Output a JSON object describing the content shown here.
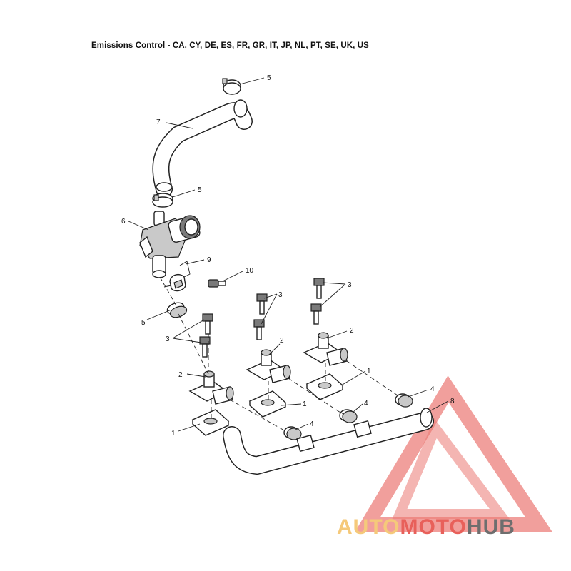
{
  "title": "Emissions Control - CA, CY, DE, ES, FR, GR, IT, JP, NL, PT, SE, UK, US",
  "callouts": {
    "c5_top": "5",
    "c7": "7",
    "c5_mid": "5",
    "c6": "6",
    "c9": "9",
    "c10": "10",
    "c5_low": "5",
    "c3_left": "3",
    "c3_mid": "3",
    "c3_right": "3",
    "c2_left": "2",
    "c2_mid": "2",
    "c2_right": "2",
    "c1_left": "1",
    "c1_mid": "1",
    "c1_right": "1",
    "c4_left": "4",
    "c4_mid": "4",
    "c4_right": "4",
    "c8": "8"
  },
  "watermark": {
    "part1": "AUTO",
    "part2": "MOTO",
    "part3": "HUB",
    "color_light": "#f5c97a",
    "color_red": "#e8605a",
    "color_gray": "#6e6e6e"
  }
}
